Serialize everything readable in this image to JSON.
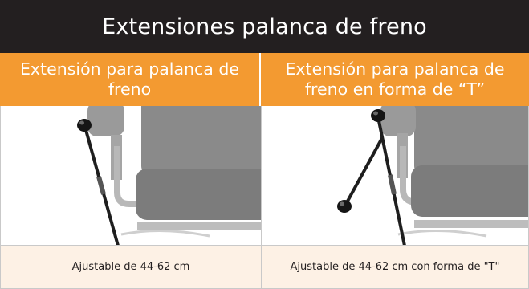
{
  "title": "Extensiones palanca de freno",
  "columns": [
    {
      "header": "Extensión para palanca de freno",
      "image_icon": "brake-lever-extension-photo",
      "caption": "Ajustable de 44-62 cm"
    },
    {
      "header": "Extensión para palanca de freno en forma de “T”",
      "image_icon": "t-shaped-brake-lever-extension-photo",
      "caption": "Ajustable de 44-62 cm con forma de \"T\""
    }
  ],
  "colors": {
    "title_bg": "#231f20",
    "header_bg": "#f39a31",
    "caption_bg": "#fdf1e5"
  }
}
